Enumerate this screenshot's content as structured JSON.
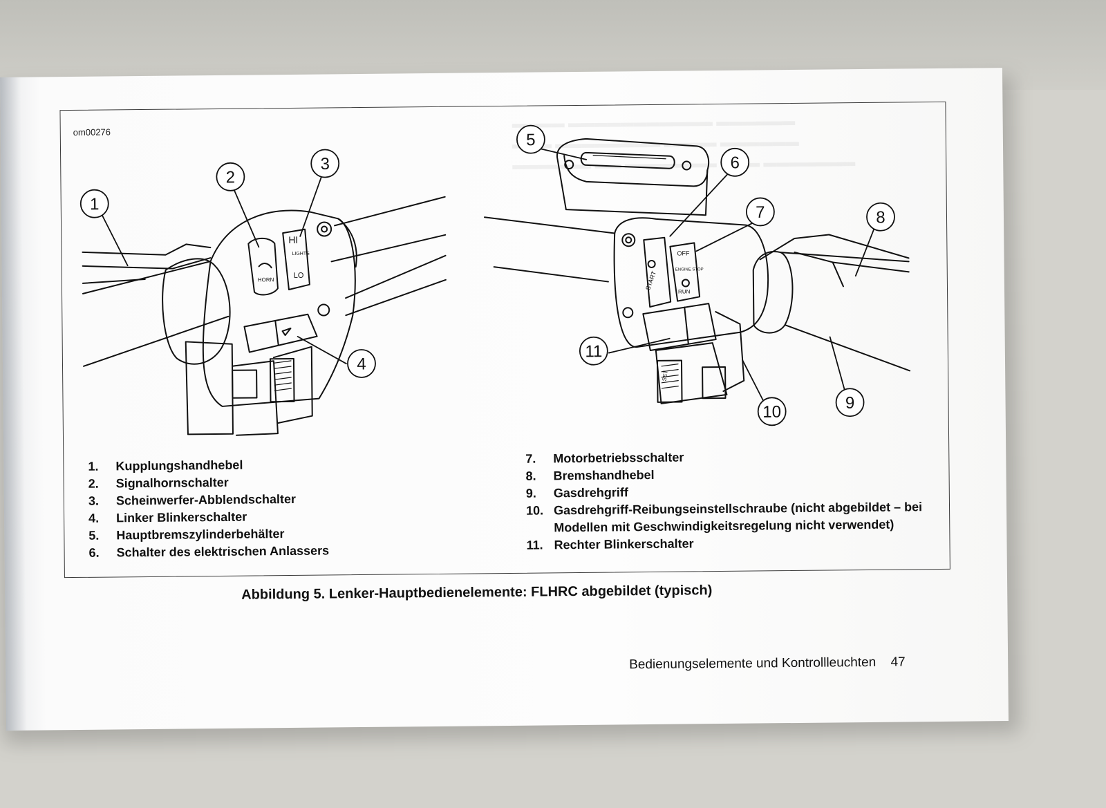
{
  "figure": {
    "code": "om00276",
    "callouts": [
      "1",
      "2",
      "3",
      "4",
      "5",
      "6",
      "7",
      "8",
      "9",
      "10",
      "11"
    ],
    "switch_labels": {
      "hi": "HI",
      "lo": "LO",
      "lights": "LIGHTS",
      "horn": "HORN",
      "start": "START",
      "off": "OFF",
      "engine_stop": "ENGINE STOP",
      "run": "RUN",
      "set": "SET"
    },
    "legend_left": [
      {
        "num": "1.",
        "text": "Kupplungshandhebel"
      },
      {
        "num": "2.",
        "text": "Signalhornschalter"
      },
      {
        "num": "3.",
        "text": "Scheinwerfer-Abblendschalter"
      },
      {
        "num": "4.",
        "text": "Linker Blinkerschalter"
      },
      {
        "num": "5.",
        "text": "Hauptbremszylinderbehälter"
      },
      {
        "num": "6.",
        "text": "Schalter des elektrischen Anlassers"
      }
    ],
    "legend_right": [
      {
        "num": "7.",
        "text": "Motorbetriebsschalter"
      },
      {
        "num": "8.",
        "text": "Bremshandhebel"
      },
      {
        "num": "9.",
        "text": "Gasdrehgriff"
      },
      {
        "num": "10.",
        "text": "Gasdrehgriff-Reibungseinstellschraube (nicht abgebildet – bei Modellen mit Geschwindigkeitsregelung nicht verwendet)"
      },
      {
        "num": "11.",
        "text": "Rechter Blinkerschalter"
      }
    ],
    "caption": "Abbildung 5. Lenker-Hauptbedienelemente: FLHRC abgebildet (typisch)"
  },
  "footer": {
    "section_title": "Bedienungselemente und Kontrollleuchten",
    "page_number": "47"
  }
}
